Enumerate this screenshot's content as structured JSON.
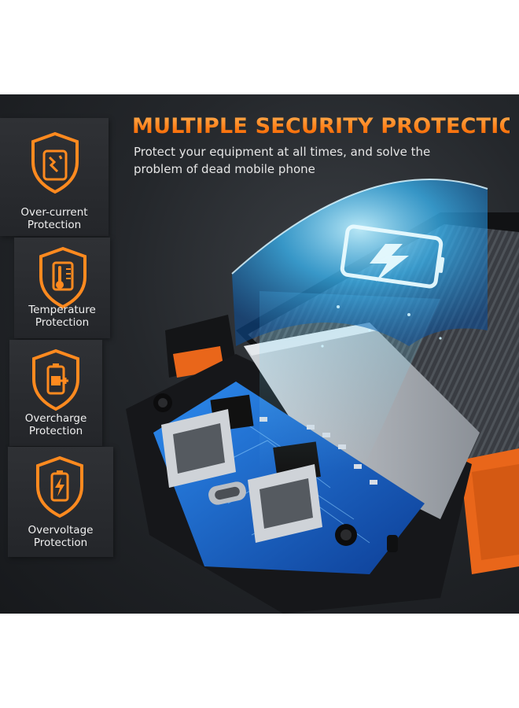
{
  "headline": "MULTIPLE SECURITY PROTECTION",
  "subtitle": "Protect your equipment at all times, and solve the problem of dead mobile phone",
  "features": [
    {
      "icon": "shield-circuit-icon",
      "label": "Over-current\nProtection"
    },
    {
      "icon": "shield-thermometer-icon",
      "label": "Temperature\nProtection"
    },
    {
      "icon": "shield-battery-plug-icon",
      "label": "Overcharge\nProtection"
    },
    {
      "icon": "shield-battery-bolt-icon",
      "label": "Overvoltage\nProtection"
    }
  ],
  "colors": {
    "accent_orange": "#ff7a12",
    "background_dark": "#24272b",
    "shield_blue": "#2aa8f0",
    "circuit_blue": "#1e6fd8"
  }
}
